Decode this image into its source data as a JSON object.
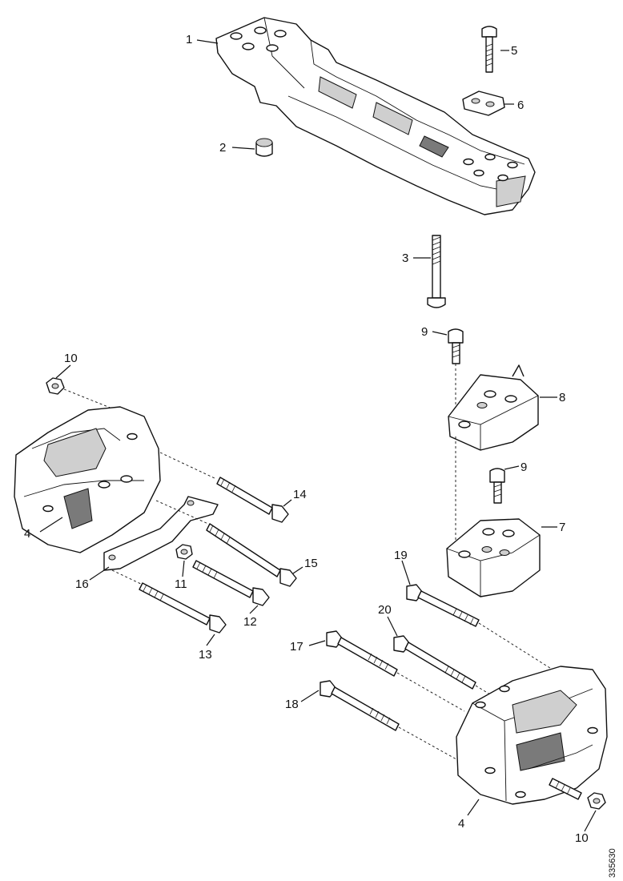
{
  "callouts": [
    {
      "id": "c1",
      "text": "1"
    },
    {
      "id": "c2",
      "text": "2"
    },
    {
      "id": "c3",
      "text": "3"
    },
    {
      "id": "c4a",
      "text": "4"
    },
    {
      "id": "c4b",
      "text": "4"
    },
    {
      "id": "c5",
      "text": "5"
    },
    {
      "id": "c6",
      "text": "6"
    },
    {
      "id": "c7",
      "text": "7"
    },
    {
      "id": "c8",
      "text": "8"
    },
    {
      "id": "c9a",
      "text": "9"
    },
    {
      "id": "c9b",
      "text": "9"
    },
    {
      "id": "c10a",
      "text": "10"
    },
    {
      "id": "c10b",
      "text": "10"
    },
    {
      "id": "c11",
      "text": "11"
    },
    {
      "id": "c12",
      "text": "12"
    },
    {
      "id": "c13",
      "text": "13"
    },
    {
      "id": "c14",
      "text": "14"
    },
    {
      "id": "c15",
      "text": "15"
    },
    {
      "id": "c16",
      "text": "16"
    },
    {
      "id": "c17",
      "text": "17"
    },
    {
      "id": "c18",
      "text": "18"
    },
    {
      "id": "c19",
      "text": "19"
    },
    {
      "id": "c20",
      "text": "20"
    }
  ],
  "document_id": "335630"
}
